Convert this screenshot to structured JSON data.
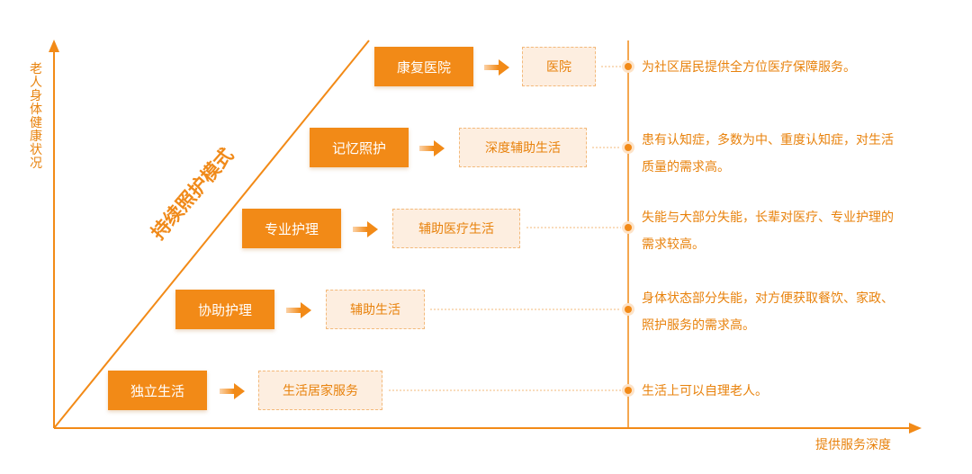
{
  "y_axis_label": "老人身体健康状况",
  "x_axis_label": "提供服务深度",
  "diagonal_label": "持续照护模式",
  "levels": [
    {
      "level": "康复医院",
      "service": "医院",
      "desc_line1": "为社区居民提供全方位医疗保障服务。",
      "desc_line2": ""
    },
    {
      "level": "记忆照护",
      "service": "深度辅助生活",
      "desc_line1": "患有认知症，多数为中、重度认知症，对生活",
      "desc_line2": "质量的需求高。"
    },
    {
      "level": "专业护理",
      "service": "辅助医疗生活",
      "desc_line1": "失能与大部分失能，长辈对医疗、专业护理的",
      "desc_line2": "需求较高。"
    },
    {
      "level": "协助护理",
      "service": "辅助生活",
      "desc_line1": "身体状态部分失能，对方便获取餐饮、家政、",
      "desc_line2": "照护服务的需求高。"
    },
    {
      "level": "独立生活",
      "service": "生活居家服务",
      "desc_line1": "生活上可以自理老人。",
      "desc_line2": ""
    }
  ],
  "colors": {
    "accent": "#f28a17",
    "light": "#fdeee0",
    "text": "#e8820c"
  }
}
